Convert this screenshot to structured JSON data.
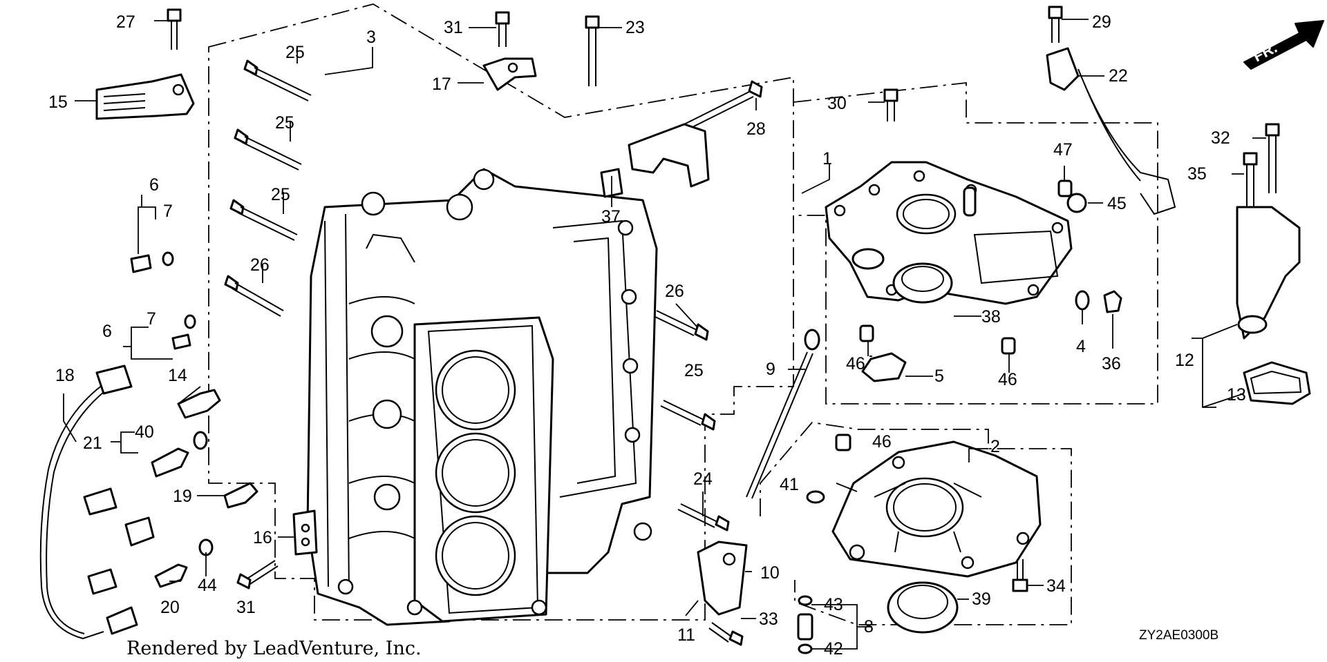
{
  "callouts": [
    "27",
    "31",
    "23",
    "29",
    "22",
    "15",
    "3",
    "25",
    "17",
    "28",
    "30",
    "32",
    "35",
    "47",
    "1",
    "45",
    "6",
    "7",
    "37",
    "12",
    "13",
    "26",
    "38",
    "4",
    "36",
    "46",
    "5",
    "9",
    "14",
    "18",
    "21",
    "40",
    "19",
    "16",
    "24",
    "41",
    "2",
    "10",
    "20",
    "44",
    "11",
    "33",
    "43",
    "8",
    "42",
    "39",
    "34"
  ],
  "credit": "Rendered by LeadVenture, Inc.",
  "diagram_code": "ZY2AE0300B",
  "direction_label": "FR."
}
